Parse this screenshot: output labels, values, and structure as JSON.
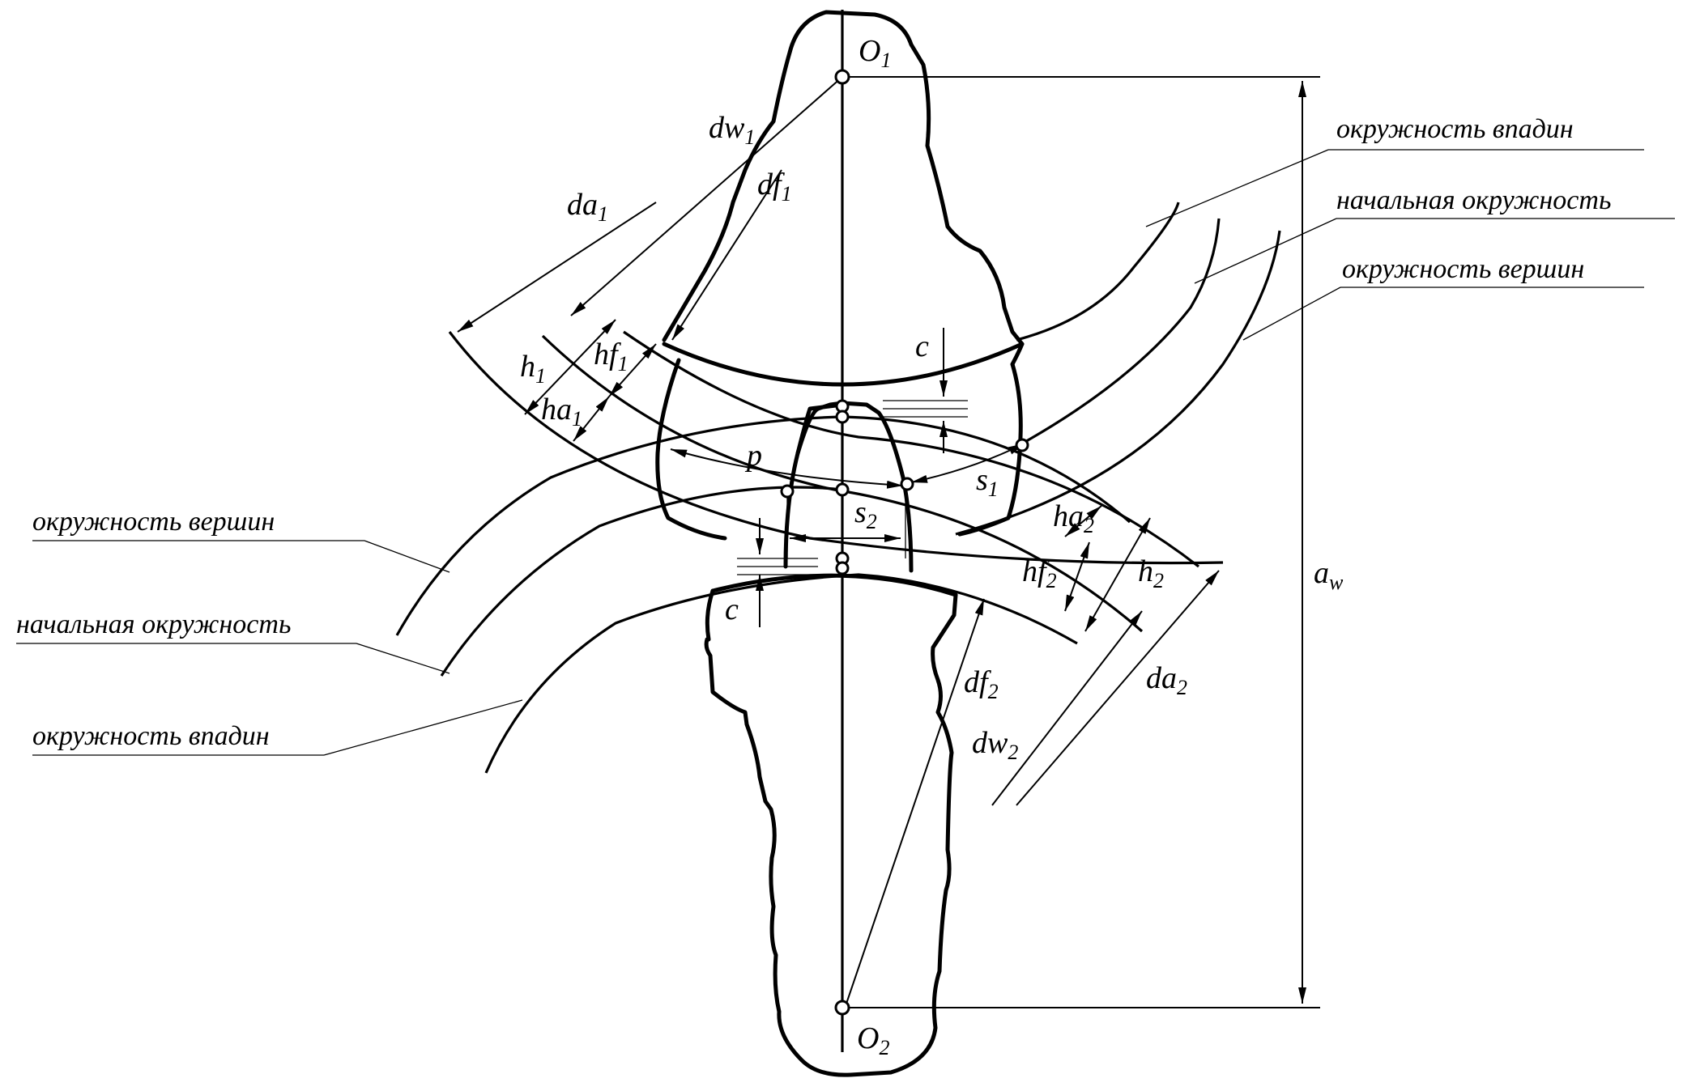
{
  "labels": {
    "o1": "O",
    "o1_sub": "1",
    "o2": "O",
    "o2_sub": "2",
    "aw": "a",
    "aw_sub": "w",
    "dw1": "dw",
    "dw1_sub": "1",
    "df1": "df",
    "df1_sub": "1",
    "da1": "da",
    "da1_sub": "1",
    "h1": "h",
    "h1_sub": "1",
    "hf1": "hf",
    "hf1_sub": "1",
    "ha1": "ha",
    "ha1_sub": "1",
    "p": "p",
    "c_top": "c",
    "c_bottom": "c",
    "s1": "s",
    "s1_sub": "1",
    "s2": "s",
    "s2_sub": "2",
    "ha2": "ha",
    "ha2_sub": "2",
    "hf2": "hf",
    "hf2_sub": "2",
    "h2": "h",
    "h2_sub": "2",
    "df2": "df",
    "df2_sub": "2",
    "da2": "da",
    "da2_sub": "2",
    "dw2": "dw",
    "dw2_sub": "2"
  },
  "callouts_right": {
    "root_circle": "окружность впадин",
    "pitch_circle": "начальная окружность",
    "tip_circle": "окружность вершин"
  },
  "callouts_left": {
    "tip_circle": "окружность вершин",
    "pitch_circle": "начальная окружность",
    "root_circle": "окружность впадин"
  }
}
